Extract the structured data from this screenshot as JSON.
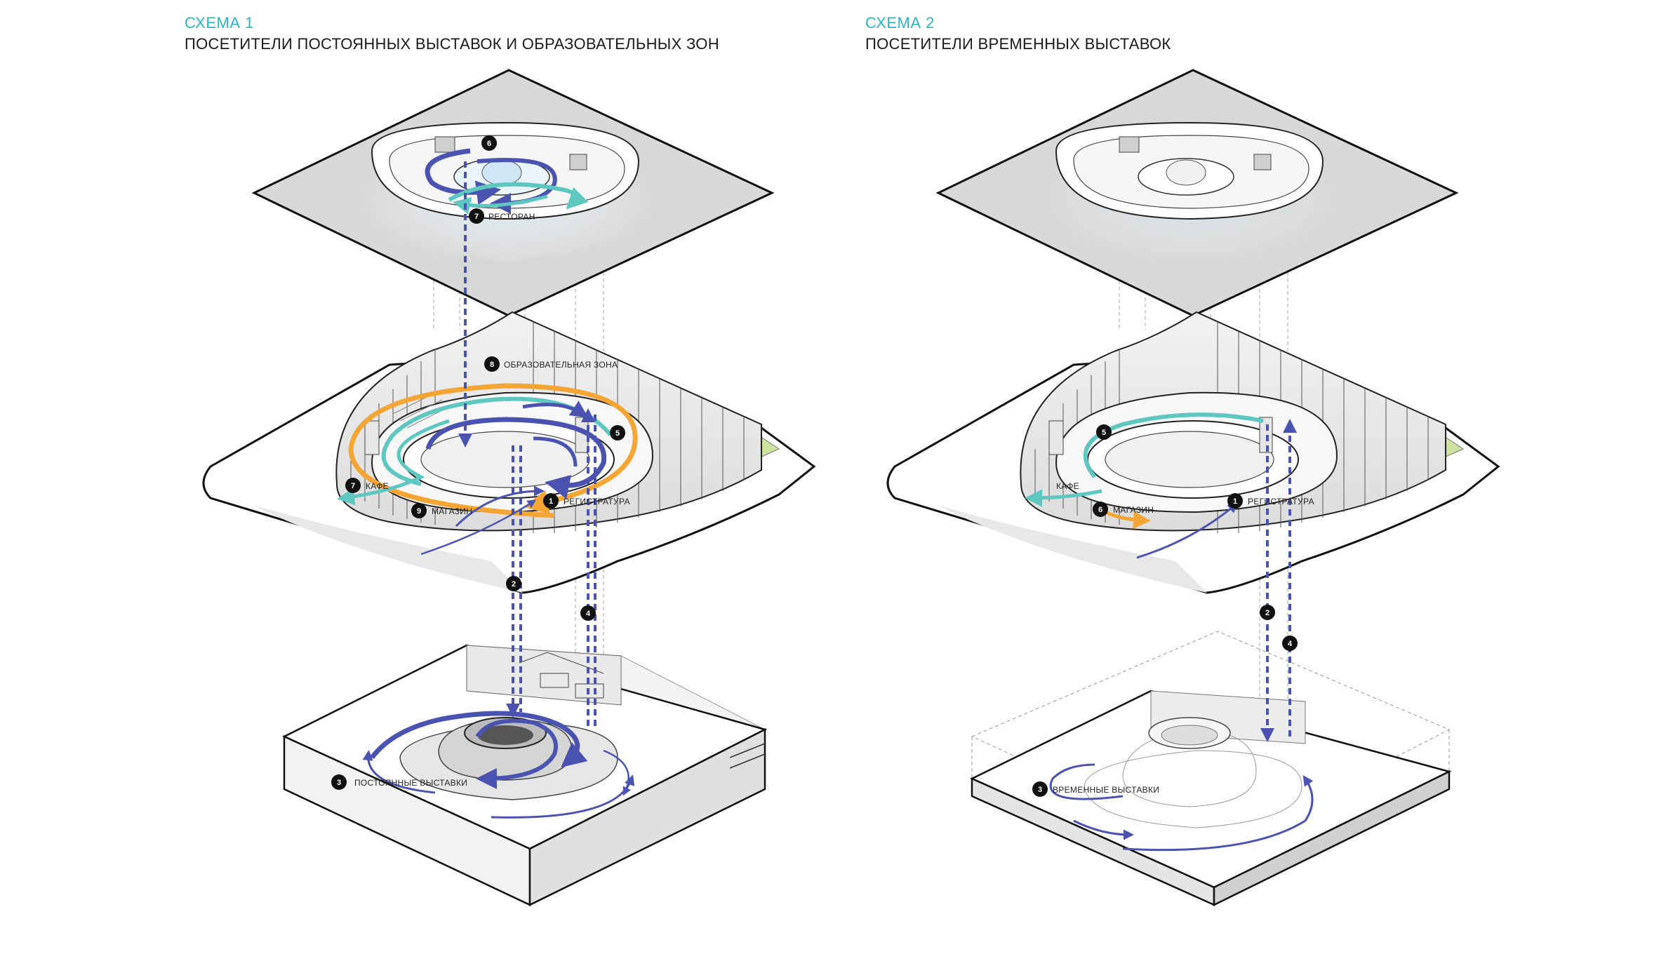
{
  "schemes": [
    {
      "label": "СХЕМА 1",
      "title": "ПОСЕТИТЕЛИ ПОСТОЯННЫХ ВЫСТАВОК И ОБРАЗОВАТЕЛЬНЫХ ЗОН",
      "callouts": [
        {
          "n": "6",
          "text": ""
        },
        {
          "n": "7",
          "text": "РЕСТОРАН"
        },
        {
          "n": "8",
          "text": "ОБРАЗОВАТЕЛЬНАЯ ЗОНА"
        },
        {
          "n": "5",
          "text": ""
        },
        {
          "n": "7",
          "text": "КАФЕ"
        },
        {
          "n": "9",
          "text": "МАГАЗИН"
        },
        {
          "n": "1",
          "text": "РЕГИСТРАТУРА"
        },
        {
          "n": "2",
          "text": ""
        },
        {
          "n": "4",
          "text": ""
        },
        {
          "n": "3",
          "text": "ПОСТОЯННЫЕ ВЫСТАВКИ"
        }
      ]
    },
    {
      "label": "СХЕМА 2",
      "title": "ПОСЕТИТЕЛИ ВРЕМЕННЫХ ВЫСТАВОК",
      "callouts": [
        {
          "n": "5",
          "text": ""
        },
        {
          "n": "",
          "text": "КАФЕ"
        },
        {
          "n": "6",
          "text": "МАГАЗИН"
        },
        {
          "n": "1",
          "text": "РЕГИСТРАТУРА"
        },
        {
          "n": "2",
          "text": ""
        },
        {
          "n": "4",
          "text": ""
        },
        {
          "n": "3",
          "text": "ВРЕМЕННЫЕ ВЫСТАВКИ"
        }
      ]
    }
  ],
  "colors": {
    "accent": "#2bb5c6",
    "flow_blue": "#4a54b0",
    "flow_teal": "#5ec7c0",
    "flow_orange": "#f5a533",
    "green_planting": "#cfe3a0",
    "floor_gray": "#d8d8d8"
  }
}
